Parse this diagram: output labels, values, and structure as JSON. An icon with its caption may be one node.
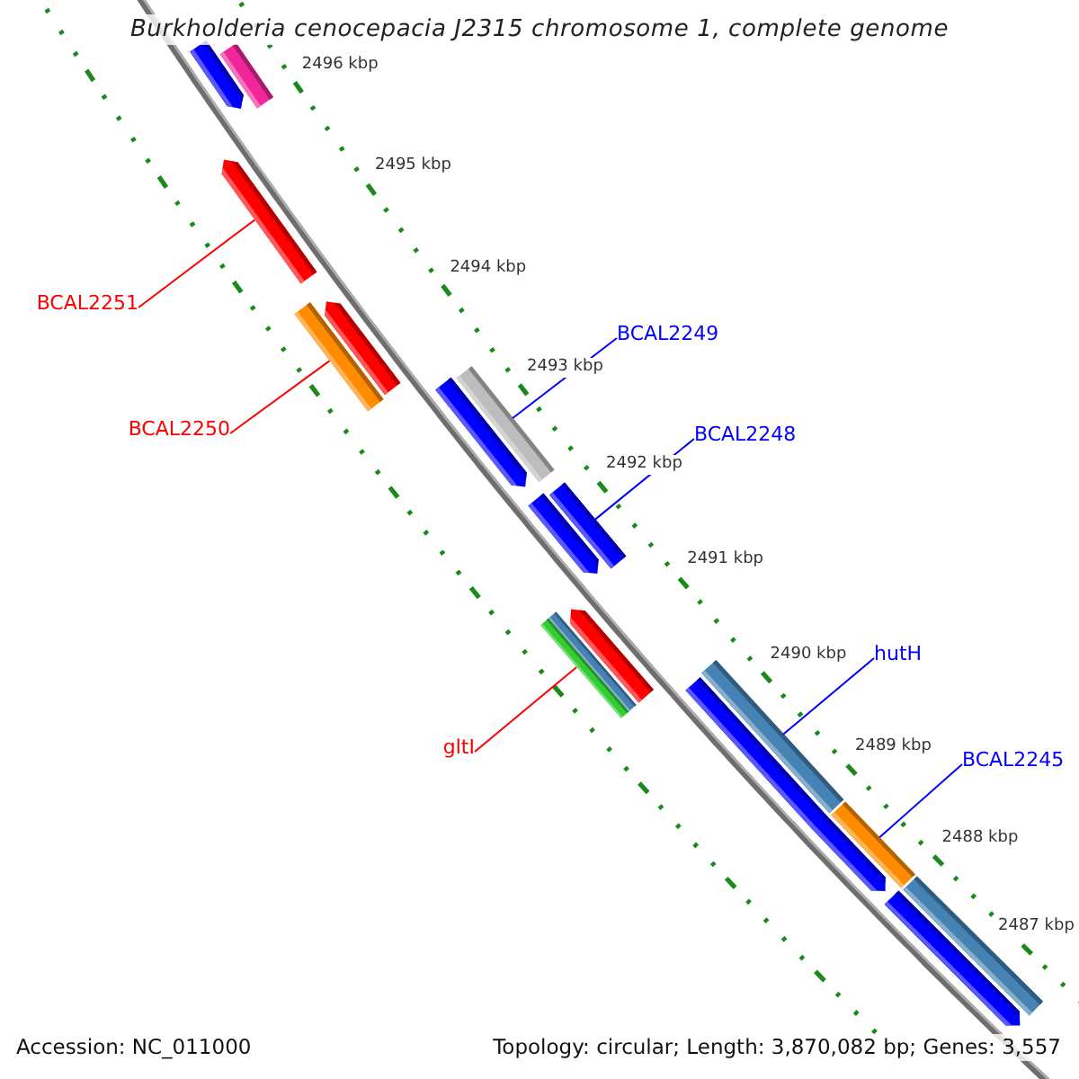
{
  "diagram": {
    "title": "Burkholderia cenocepacia J2315 chromosome 1, complete genome",
    "nodes": [
      {
        "text": [
          "BCAL2251"
        ]
      },
      {
        "text": [
          "BCAL2250"
        ]
      },
      {
        "text": [
          "BCAL2249"
        ]
      },
      {
        "text": [
          "BCAL2248"
        ]
      },
      {
        "text": [
          "gltI"
        ]
      },
      {
        "text": [
          "hutH"
        ]
      },
      {
        "text": [
          "BCAL2245"
        ]
      },
      {
        "text": [],
        "shape": "arrow"
      },
      {
        "text": [],
        "shape": "bar"
      },
      {
        "text": [],
        "shape": "arrow"
      },
      {
        "text": [],
        "shape": "arrow"
      },
      {
        "text": [],
        "shape": "bar"
      },
      {
        "text": [],
        "shape": "arrow"
      },
      {
        "text": [],
        "shape": "bar"
      },
      {
        "text": [],
        "shape": "arrow"
      },
      {
        "text": [],
        "shape": "bar"
      },
      {
        "text": [],
        "shape": "arrow"
      },
      {
        "text": [],
        "shape": "bar"
      },
      {
        "text": [],
        "shape": "bar"
      },
      {
        "text": [],
        "shape": "arrow"
      },
      {
        "text": [],
        "shape": "bar"
      },
      {
        "text": [],
        "shape": "bar"
      },
      {
        "text": [],
        "shape": "arrow"
      },
      {
        "text": [],
        "shape": "bar"
      },
      {
        "text": [],
        "shape": "arrow"
      }
    ],
    "edges": [
      {
        "from": 0,
        "to": 9,
        "arrow": "none",
        "color": "#ff0000"
      },
      {
        "from": 1,
        "to": 11,
        "arrow": "none",
        "color": "#ff0000"
      },
      {
        "from": 2,
        "to": 13,
        "arrow": "none"
      },
      {
        "from": 3,
        "to": 15,
        "arrow": "none"
      },
      {
        "from": 4,
        "to": 18,
        "arrow": "none",
        "color": "#ff0000"
      },
      {
        "from": 5,
        "to": 20,
        "arrow": "none"
      },
      {
        "from": 6,
        "to": 21,
        "arrow": "none"
      }
    ],
    "labels": [
      "2496 kbp",
      "2495 kbp",
      "2494 kbp",
      "2493 kbp",
      "2492 kbp",
      "2491 kbp",
      "2490 kbp",
      "2489 kbp",
      "2488 kbp",
      "2487 kbp",
      "Accession: NC_011000",
      "Topology: circular; Length: 3,870,082 bp; Genes: 3,557"
    ]
  }
}
